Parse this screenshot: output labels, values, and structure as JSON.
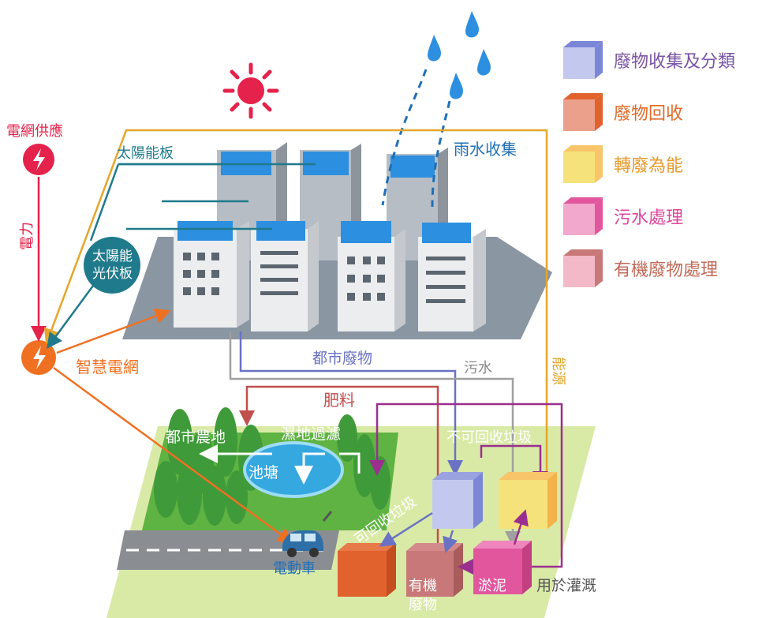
{
  "labels": {
    "grid_supply": "電網供應",
    "power": "電力",
    "solar_board": "太陽能板",
    "pv_line1": "太陽能",
    "pv_line2": "光伏板",
    "rain_collection": "雨水收集",
    "smart_grid": "智慧電網",
    "urban_waste": "都市廢物",
    "sewage": "污水",
    "energy": "能源",
    "fertilizer": "肥料",
    "urban_farm": "都市農地",
    "wetland_filter": "濕地過濾",
    "pond": "池塘",
    "non_recyclable": "不可回收垃圾",
    "recyclable": "可回收垃圾",
    "ev": "電動車",
    "organic_line1": "有機",
    "organic_line2": "廢物",
    "sludge": "淤泥",
    "irrigation": "用於灌溉"
  },
  "legend": [
    {
      "label": "廢物收集及分類",
      "top": "#7b87d6",
      "side": "#c3c8ee",
      "text_color": "#7a55a6"
    },
    {
      "label": "廢物回收",
      "top": "#e2622e",
      "side": "#eaa08a",
      "text_color": "#e06a2a"
    },
    {
      "label": "轉廢為能",
      "top": "#f8c56a",
      "side": "#f6e27a",
      "text_color": "#e89a2b"
    },
    {
      "label": "污水處理",
      "top": "#e2569e",
      "side": "#f2a8cc",
      "text_color": "#e0479b"
    },
    {
      "label": "有機廢物處理",
      "top": "#c87878",
      "side": "#f3b9c8",
      "text_color": "#c26a58"
    }
  ],
  "colors": {
    "grid_red": "#e5224b",
    "smart_grid_orange": "#f07022",
    "energy_yellow": "#e6a62a",
    "solar_teal": "#1f7a8c",
    "urban_waste_blue": "#6a72c4",
    "sewage_gray": "#a0a0a0",
    "fertilizer_red": "#c0504d",
    "purple": "#9b2f8f",
    "rain_blue": "#1f6fb8",
    "ground_green": "#d9eaa6",
    "building_gray": "#aab2bb"
  }
}
